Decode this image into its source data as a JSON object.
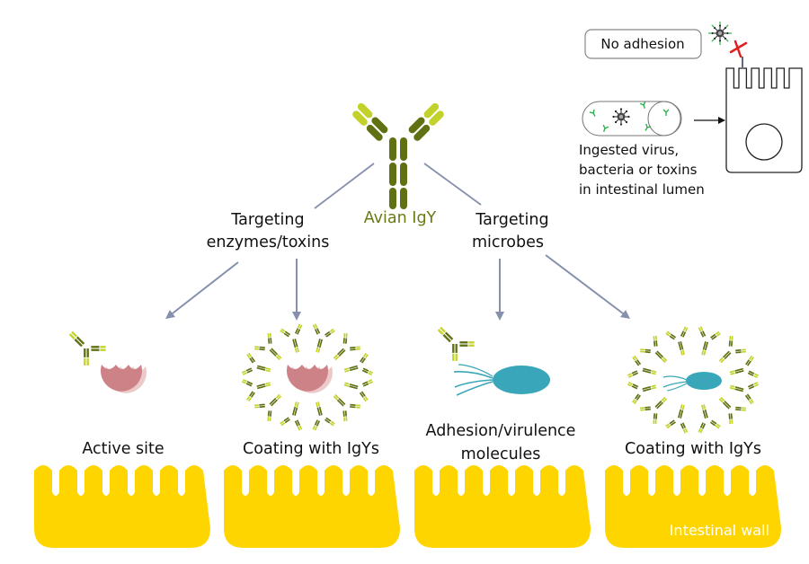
{
  "title": "Avian IgY mechanisms of action",
  "colors": {
    "igy_dark": "#5f7113",
    "igy_light": "#c3d22a",
    "arrow": "#8690ad",
    "enzyme": "#cd8287",
    "enzyme_shadow": "#eccaca",
    "bacteria": "#3aa6ba",
    "wall": "#ffd500",
    "green_ab": "#2fb04a",
    "red_x": "#e02020"
  },
  "center": {
    "label": "Avian IgY"
  },
  "branches": {
    "left": {
      "line1": "Targeting",
      "line2": "enzymes/toxins"
    },
    "right": {
      "line1": "Targeting",
      "line2": "microbes"
    }
  },
  "panels": [
    {
      "label1": "Active site",
      "label2": ""
    },
    {
      "label1": "Coating with IgYs",
      "label2": ""
    },
    {
      "label1": "Adhesion/virulence",
      "label2": "molecules"
    },
    {
      "label1": "Coating with IgYs",
      "label2": ""
    }
  ],
  "wall_label": "Intestinal wall",
  "inset": {
    "no_adhesion": "No adhesion",
    "caption_lines": [
      "Ingested virus,",
      "bacteria or toxins",
      "in intestinal lumen"
    ]
  }
}
